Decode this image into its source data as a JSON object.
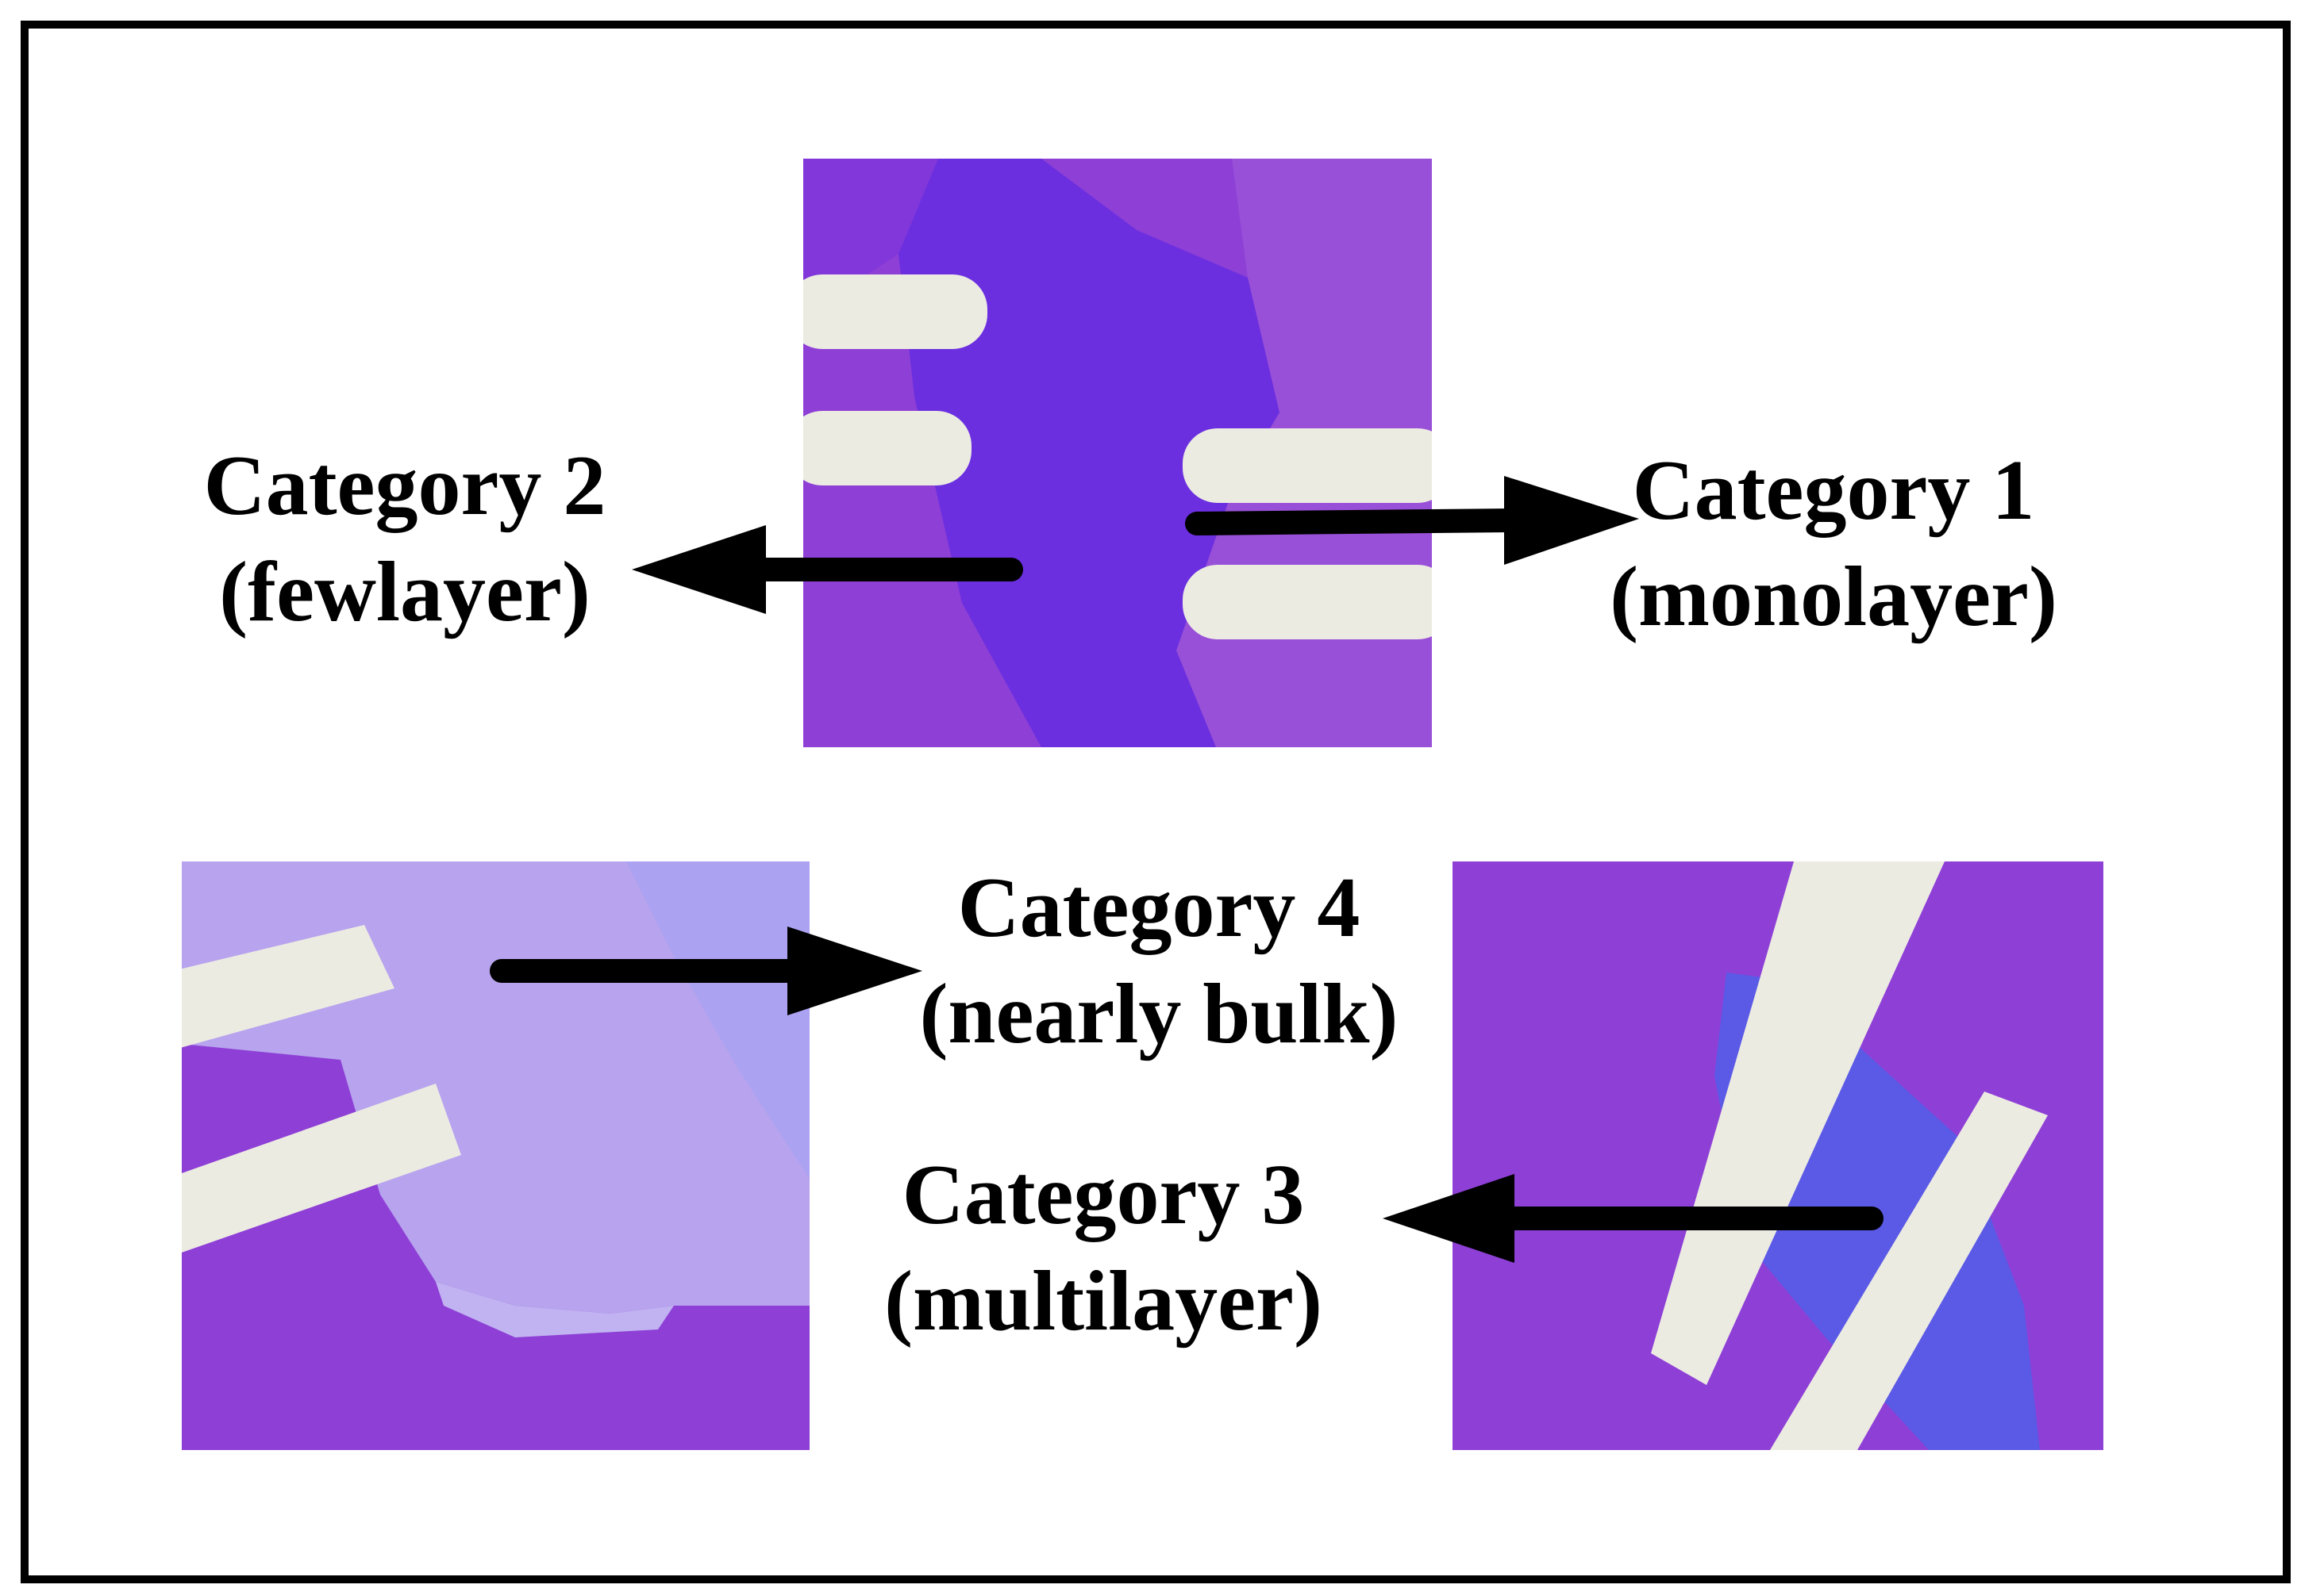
{
  "labels": {
    "cat1": {
      "title": "Category 1",
      "sub": "(monolayer)"
    },
    "cat2": {
      "title": "Category 2",
      "sub": "(fewlayer)"
    },
    "cat3": {
      "title": "Category 3",
      "sub": "(multilayer)"
    },
    "cat4": {
      "title": "Category 4",
      "sub": "(nearly bulk)"
    }
  },
  "colors": {
    "substrate": "#8e3fd6",
    "monolayer_flake": "#9a52d8",
    "fewlayer_flake": "#6b2fe0",
    "multilayer_flake": "#5b5ae6",
    "bulk_flake": "#b7a3ee",
    "electrode": "#ecebe2",
    "arrow": "#000000"
  }
}
